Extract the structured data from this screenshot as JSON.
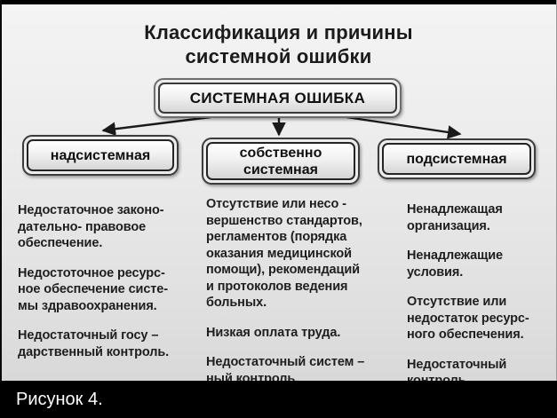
{
  "title": "Классификация и причины\nсистемной ошибки",
  "root": {
    "label": "СИСТЕМНАЯ ОШИБКА"
  },
  "branches": [
    {
      "label": "надсистемная",
      "items": [
        "Недостаточное законо-\nдательно- правовое\nобеспечение.",
        "Недостоточное ресурс-\nное обеспечение систе-\nмы здравоохранения.",
        "Недостаточный госу –\nдарственный контроль."
      ]
    },
    {
      "label": "собственно\nсистемная",
      "items": [
        "Отсутствие или несо -\nвершенство стандартов,\nрегламентов (порядка\nоказания медицинской\nпомощи), рекомендаций\nи протоколов ведения\nбольных.",
        "Низкая оплата труда.",
        "Недостаточный систем –\nный контроль."
      ]
    },
    {
      "label": "подсистемная",
      "items": [
        "Ненадлежащая\nорганизация.",
        "Ненадлежащие\nусловия.",
        "Отсутствие или\nнедостаток ресурс-\nного обеспечения.",
        "Недостаточный\nконтроль."
      ]
    }
  ],
  "footer": {
    "caption": "Рисунок 4."
  },
  "colors": {
    "background_top": "#f4f4f4",
    "background_bottom": "#d5d5d5",
    "text": "#1e1e1e",
    "box_border": "#2e2e2e",
    "arrow": "#1a1a1a",
    "footer_bg": "#000000",
    "footer_text": "#ffffff"
  }
}
